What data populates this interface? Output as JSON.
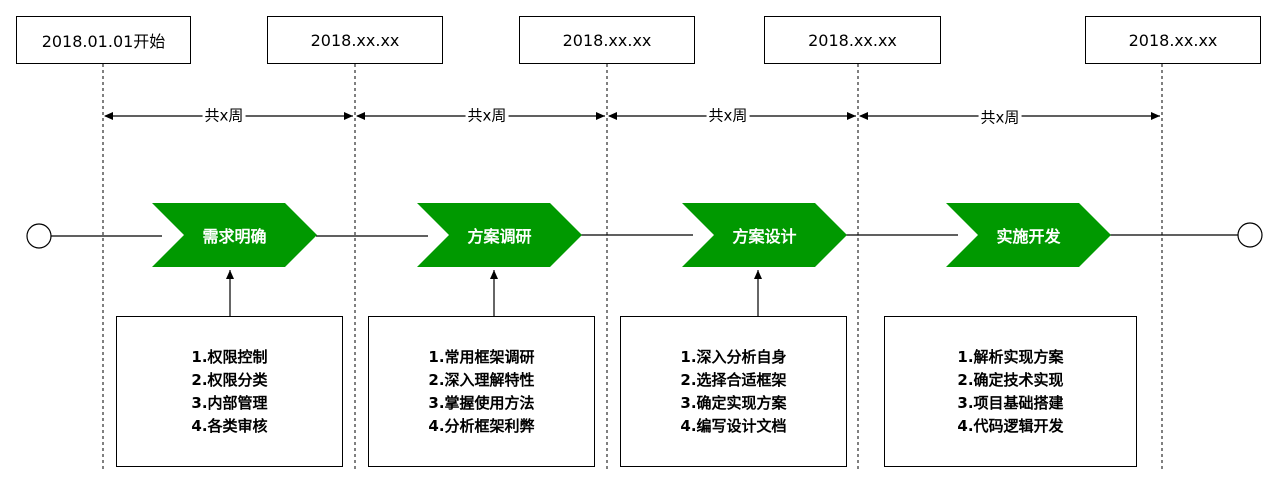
{
  "dates": [
    "2018.01.01开始",
    "2018.xx.xx",
    "2018.xx.xx",
    "2018.xx.xx",
    "2018.xx.xx"
  ],
  "span_labels": [
    "共x周",
    "共x周",
    "共x周",
    "共x周"
  ],
  "phases": [
    {
      "label": "需求明确",
      "tasks": [
        "1.权限控制",
        "2.权限分类",
        "3.内部管理",
        "4.各类审核"
      ]
    },
    {
      "label": "方案调研",
      "tasks": [
        "1.常用框架调研",
        "2.深入理解特性",
        "3.掌握使用方法",
        "4.分析框架利弊"
      ]
    },
    {
      "label": "方案设计",
      "tasks": [
        "1.深入分析自身",
        "2.选择合适框架",
        "3.确定实现方案",
        "4.编写设计文档"
      ]
    },
    {
      "label": "实施开发",
      "tasks": [
        "1.解析实现方案",
        "2.确定技术实现",
        "3.项目基础搭建",
        "4.代码逻辑开发"
      ]
    }
  ],
  "colors": {
    "phase_fill": "#009900",
    "line": "#000000"
  }
}
